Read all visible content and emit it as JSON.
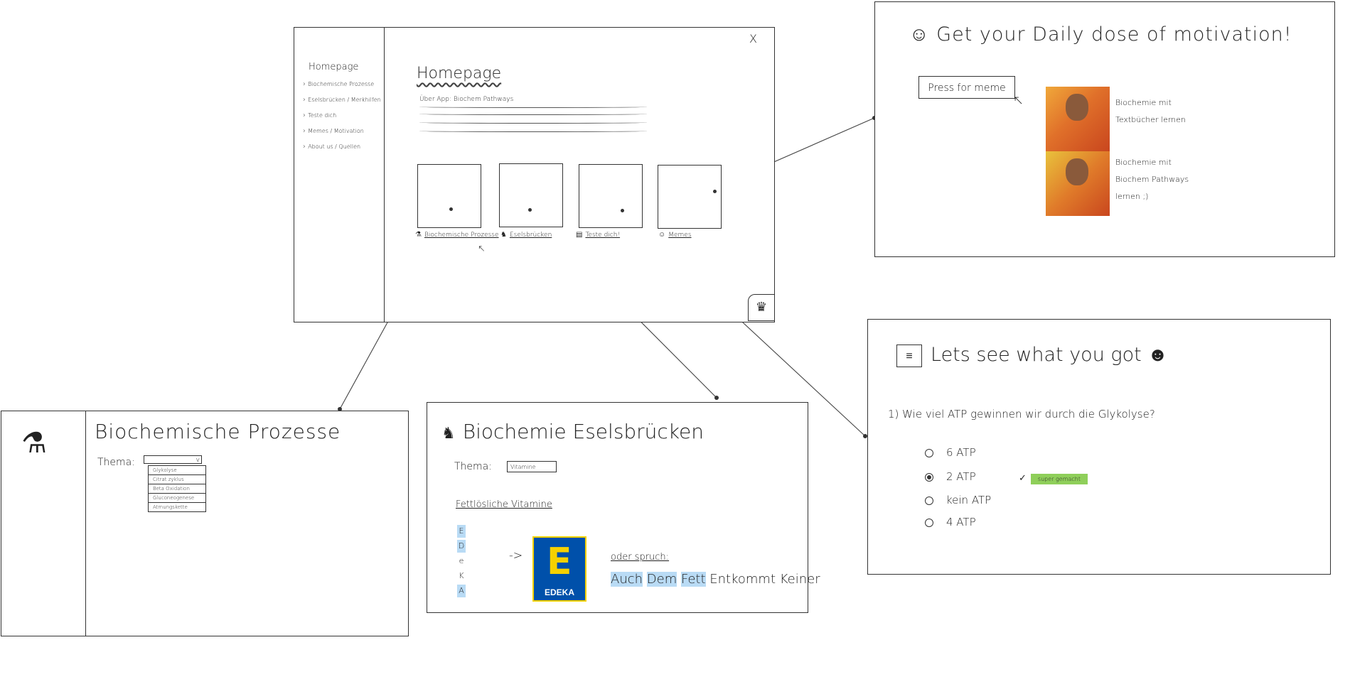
{
  "homepage": {
    "close": "X",
    "sidebar_title": "Homepage",
    "nav": [
      "Biochemische Prozesse",
      "Eselsbrücken / Merkhilfen",
      "Teste dich",
      "Memes / Motivation",
      "About us / Quellen"
    ],
    "title": "Homepage",
    "subtitle": "Über App: Biochem Pathways",
    "tiles": [
      {
        "label": "Biochemische Prozesse",
        "icon": "flask-icon"
      },
      {
        "label": "Eselsbrücken",
        "icon": "donkey-icon"
      },
      {
        "label": "Teste dich!",
        "icon": "notepad-icon"
      },
      {
        "label": "Memes",
        "icon": "smiley-icon"
      }
    ],
    "corner_icon": "crown-icon"
  },
  "memes": {
    "title": "Get your Daily dose of motivation!",
    "button": "Press for meme",
    "caption_top": "Biochemie mit Textbücher lernen",
    "caption_bottom": "Biochemie mit Biochem Pathways lernen ;)"
  },
  "quiz": {
    "title": "Lets see what you got",
    "question": "1) Wie viel ATP gewinnen wir durch die Glykolyse?",
    "options": [
      "6 ATP",
      "2 ATP",
      "kein ATP",
      "4 ATP"
    ],
    "selected_index": 1,
    "feedback_check": "✓",
    "feedback": "super gemacht"
  },
  "bio": {
    "title": "Biochemische Prozesse",
    "thema_label": "Thema:",
    "select_caret": "v",
    "options": [
      "Glykolyse",
      "Citrat zyklus",
      "Beta Oxidation",
      "Gluconeogenese",
      "Atmungskette"
    ]
  },
  "esel": {
    "title": "Biochemie Eselsbrücken",
    "thema_label": "Thema:",
    "select_value": "Vitamine",
    "section": "Fettlösliche Vitamine",
    "letters": [
      "E",
      "D",
      "e",
      "K",
      "A"
    ],
    "highlighted_letters": [
      0,
      1,
      4
    ],
    "arrow": "->",
    "logo_letter": "E",
    "logo_word": "EDEKA",
    "oder": "oder spruch:",
    "phrase": [
      "Auch",
      "Dem",
      "Fett",
      "Entkommt",
      "Keiner"
    ]
  },
  "colors": {
    "highlight": "#b9dbf5",
    "feedback_green": "#8fcf5a",
    "edeka_blue": "#0050aa",
    "edeka_yellow": "#f6d100"
  }
}
